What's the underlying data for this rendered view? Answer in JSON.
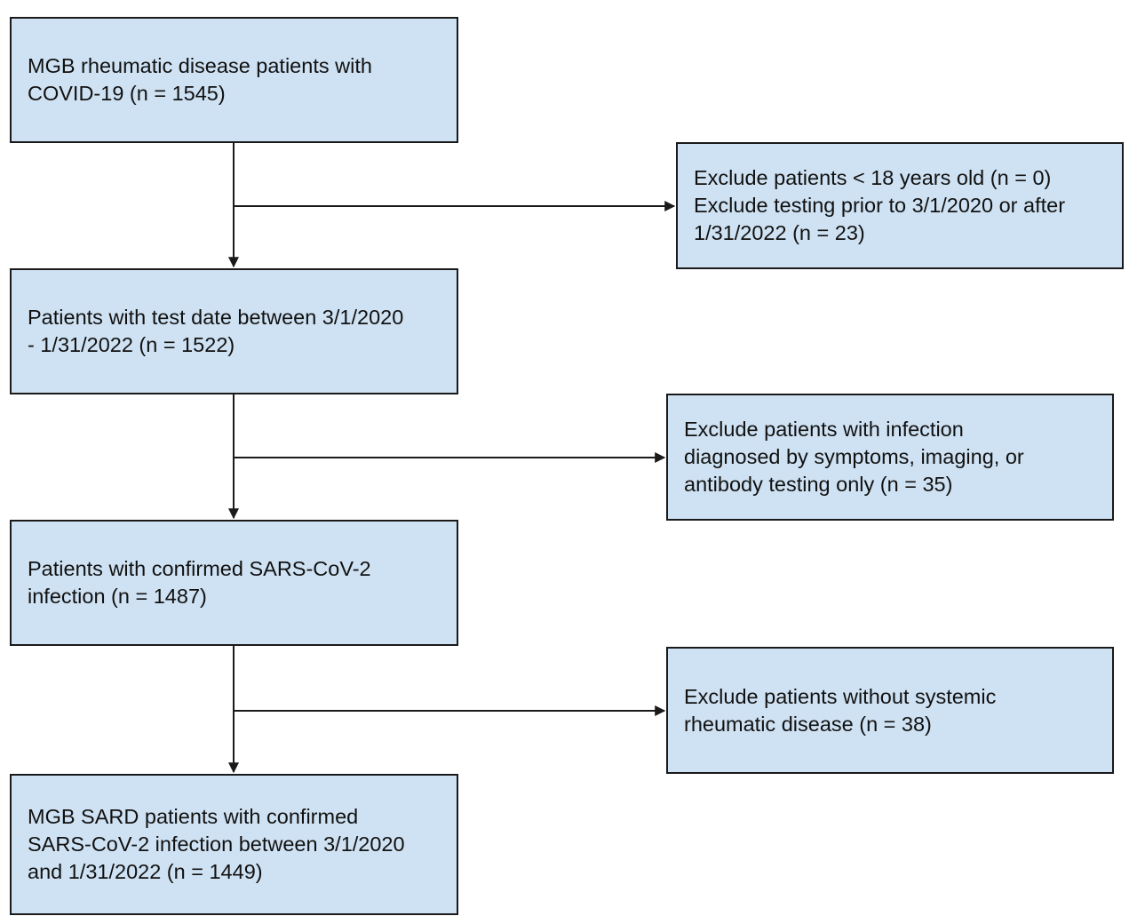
{
  "flow": {
    "stage_1": "MGB rheumatic disease patients with\nCOVID-19 (n = 1545)",
    "stage_2": "Patients with test date between 3/1/2020\n- 1/31/2022 (n = 1522)",
    "stage_3": "Patients with confirmed SARS-CoV-2\ninfection (n = 1487)",
    "stage_4": "MGB SARD patients with confirmed\nSARS-CoV-2 infection between 3/1/2020\nand 1/31/2022 (n = 1449)"
  },
  "exclusions": {
    "exclusion_1": "Exclude patients < 18 years old (n = 0)\nExclude testing prior to 3/1/2020 or after\n1/31/2022 (n = 23)",
    "exclusion_2": "Exclude patients with infection\ndiagnosed by symptoms, imaging, or\nantibody testing only (n = 35)",
    "exclusion_3": "Exclude patients without systemic\nrheumatic disease (n = 38)"
  },
  "colors": {
    "box_fill": "#cfe2f3",
    "box_border": "#1a1a1a",
    "connector": "#1a1a1a"
  }
}
